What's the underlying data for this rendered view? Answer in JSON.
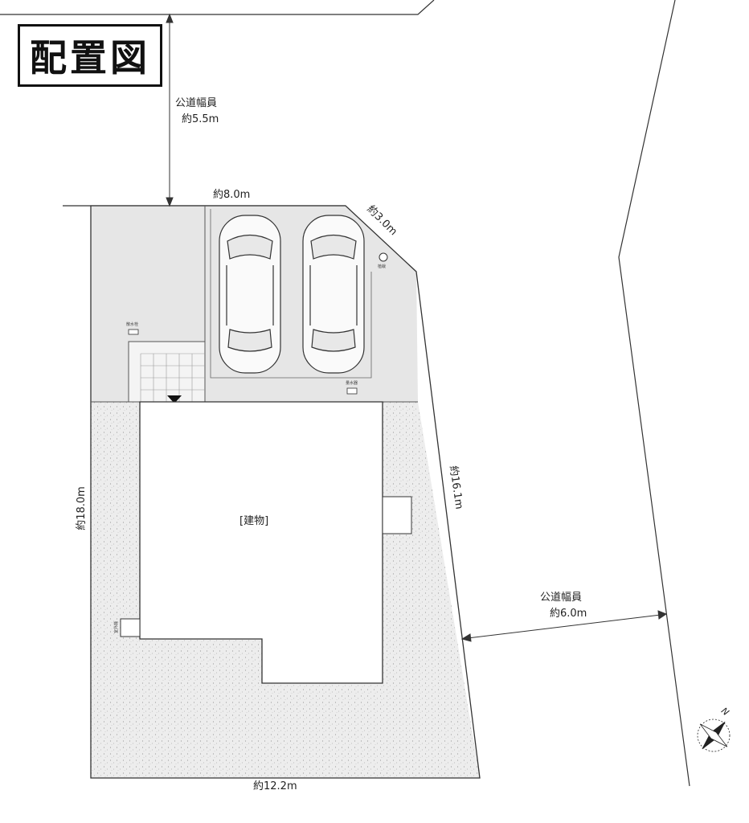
{
  "title": "配置図",
  "road_north": {
    "label": "公道幅員",
    "width": "約5.5m"
  },
  "road_east": {
    "label": "公道幅員",
    "width": "約6.0m"
  },
  "dimensions": {
    "top": "約8.0m",
    "corner": "約3.0m",
    "left": "約18.0m",
    "right": "約16.1m",
    "bottom": "約12.2m"
  },
  "building_label": "[建物]",
  "small_labels": {
    "post_box": "散水栓",
    "meter": "量水器",
    "tree": "植栽",
    "ac": "室外機"
  },
  "compass": "N",
  "colors": {
    "paving": "#e4e4e4",
    "gravel": "#ececec",
    "line": "#333333"
  }
}
